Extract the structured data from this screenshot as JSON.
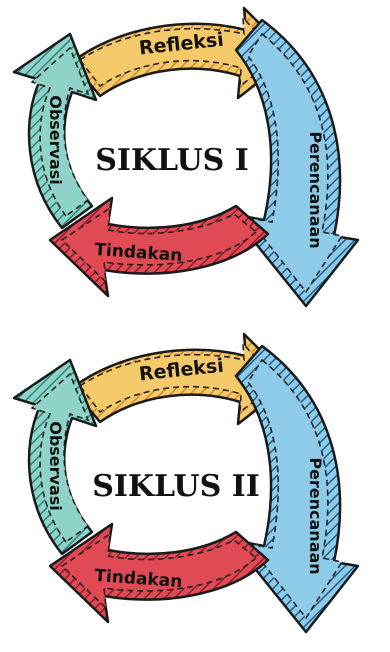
{
  "colors": {
    "refleksi": "#f4c96a",
    "refleksi_hatch": "#d7892c",
    "perencanaan": "#8ecbe9",
    "perencanaan_hatch": "#1f5e8c",
    "tindakan": "#df4a55",
    "tindakan_hatch": "#8b1d2a",
    "observasi": "#8fd3c8",
    "observasi_hatch": "#2a8479",
    "outline": "#1a1a1a"
  },
  "cycles": [
    {
      "title": "SIKLUS I",
      "labels": {
        "refleksi": "Refleksi",
        "perencanaan": "Perencanaan",
        "tindakan": "Tindakan",
        "observasi": "Observasi"
      }
    },
    {
      "title": "SIKLUS II",
      "labels": {
        "refleksi": "Refleksi",
        "perencanaan": "Perencanaan",
        "tindakan": "Tindakan",
        "observasi": "Observasi"
      }
    }
  ]
}
